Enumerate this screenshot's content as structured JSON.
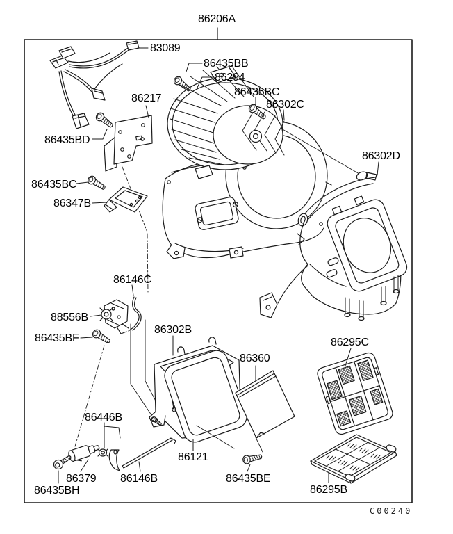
{
  "diagram": {
    "background": "#ffffff",
    "line_color": "#1a1a1a",
    "assembly": "86206A",
    "drawing_code": "C00240",
    "parts": [
      {
        "label": "86206A"
      },
      {
        "label": "83089"
      },
      {
        "label": "86435BB"
      },
      {
        "label": "86294"
      },
      {
        "label": "86435BC"
      },
      {
        "label": "86302C"
      },
      {
        "label": "86217"
      },
      {
        "label": "86435BD"
      },
      {
        "label": "86302D"
      },
      {
        "label": "86435BC"
      },
      {
        "label": "86347B"
      },
      {
        "label": "86146C"
      },
      {
        "label": "88556B"
      },
      {
        "label": "86435BF"
      },
      {
        "label": "86302B"
      },
      {
        "label": "86295C"
      },
      {
        "label": "86360"
      },
      {
        "label": "86446B"
      },
      {
        "label": "86121"
      },
      {
        "label": "86379"
      },
      {
        "label": "86146B"
      },
      {
        "label": "86435BH"
      },
      {
        "label": "86435BE"
      },
      {
        "label": "86295B"
      }
    ]
  }
}
